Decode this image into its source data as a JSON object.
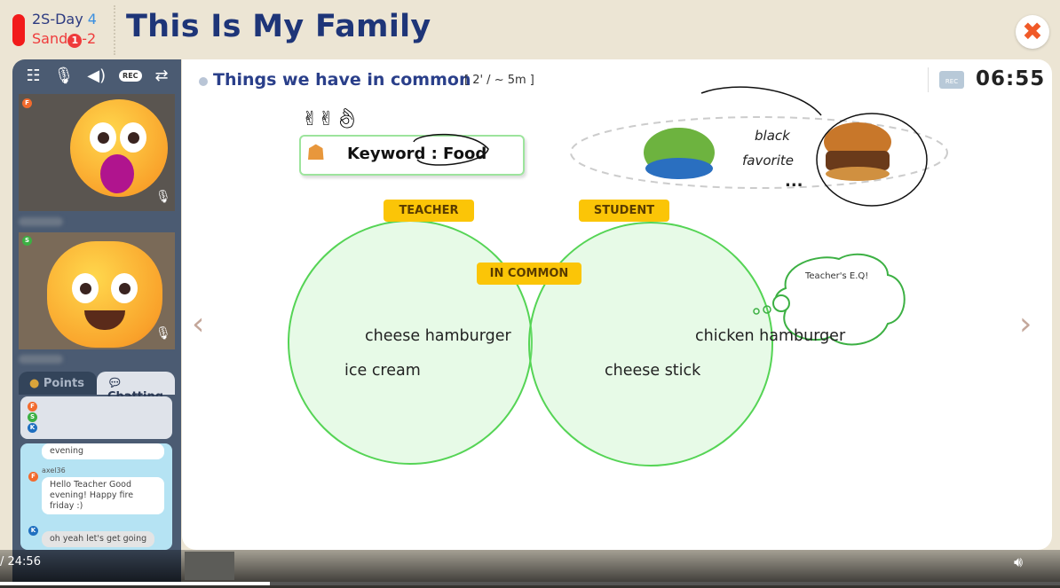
{
  "header": {
    "course_day_label": "2S-Day",
    "course_day_number": "4",
    "level_prefix": "Sand",
    "level_number": "1",
    "level_suffix": "-2",
    "title": "This Is My Family"
  },
  "toolbar": {
    "rec_label": "REC"
  },
  "participants": [
    {
      "badge": "F",
      "color": "#f26b2e"
    },
    {
      "badge": "S",
      "color": "#3cb043"
    }
  ],
  "tabs": {
    "points": "Points",
    "chatting": "Chatting"
  },
  "chat": {
    "preview_badges": [
      "F",
      "S",
      "K"
    ],
    "messages": [
      {
        "user": "",
        "text": "evening"
      },
      {
        "user": "axel36",
        "badge": "F",
        "text": "Hello Teacher Good evening! Happy fire friday :)"
      },
      {
        "user": "",
        "badge": "K",
        "text": "oh yeah let's get going"
      }
    ]
  },
  "slide": {
    "subtitle": "Things we have in common",
    "time_hint": "[ 2' / ~ 5m ]",
    "timer": "06:55",
    "rec_label": "REC",
    "keyword": "Keyword : Food",
    "thought_words": [
      "black",
      "favorite",
      "..."
    ],
    "teacher_label": "TEACHER",
    "student_label": "STUDENT",
    "common_label": "IN COMMON",
    "teacher_items": [
      "cheese hamburger",
      "ice cream"
    ],
    "student_items": [
      "chicken hamburger",
      "cheese stick"
    ],
    "cloud_label": "Teacher's E.Q!",
    "prev": "‹",
    "next": "›"
  },
  "video": {
    "time": "/ 24:56",
    "progress": 0.255
  }
}
